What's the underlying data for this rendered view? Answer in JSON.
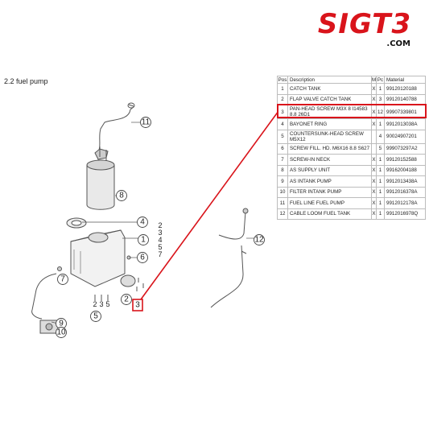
{
  "brand": {
    "logo_text": "SIGT3",
    "domain": ".COM",
    "accent": "#d9141b"
  },
  "section": {
    "title": "2.2  fuel pump"
  },
  "callouts": {
    "c1": "1",
    "c2": "2",
    "c3": "3",
    "c4": "4",
    "c5": "5",
    "c6": "6",
    "c7": "7",
    "c8": "8",
    "c9": "9",
    "c10": "10",
    "c11": "11",
    "c12": "12",
    "list": [
      "2",
      "3",
      "4",
      "5",
      "7"
    ],
    "below": [
      "2",
      "3",
      "5"
    ]
  },
  "table": {
    "headers": {
      "pos": "Pos",
      "description": "Description",
      "m": "M",
      "pcs": "Pc",
      "material": "Material"
    },
    "rows": [
      {
        "pos": "1",
        "description": "CATCH TANK",
        "m": "X",
        "pcs": "1",
        "material": "99120120188"
      },
      {
        "pos": "2",
        "description": "FLAP VALVE CATCH TANK",
        "m": "X",
        "pcs": "3",
        "material": "99120140788"
      },
      {
        "pos": "3",
        "description": "PAN-HEAD SCREW M3X 8 I14583 8.8 26D1",
        "m": "X",
        "pcs": "12",
        "material": "99907339801"
      },
      {
        "pos": "4",
        "description": "BAYONET RING",
        "m": "X",
        "pcs": "1",
        "material": "9912013038A"
      },
      {
        "pos": "5",
        "description": "COUNTERSUNK-HEAD SCREW M5X12",
        "m": "",
        "pcs": "4",
        "material": "90024907201"
      },
      {
        "pos": "6",
        "description": "SCREW FILL. HD. M6X16 8.8 S627",
        "m": "",
        "pcs": "5",
        "material": "999073297A2"
      },
      {
        "pos": "7",
        "description": "SCREW-IN NECK",
        "m": "X",
        "pcs": "1",
        "material": "99120152588"
      },
      {
        "pos": "8",
        "description": "AS SUPPLY UNIT",
        "m": "X",
        "pcs": "1",
        "material": "99162004188"
      },
      {
        "pos": "9",
        "description": "AS INTANK PUMP",
        "m": "X",
        "pcs": "1",
        "material": "9912013438A"
      },
      {
        "pos": "10",
        "description": "FILTER INTANK PUMP",
        "m": "X",
        "pcs": "1",
        "material": "9912016378A"
      },
      {
        "pos": "11",
        "description": "FUEL LINE FUEL PUMP",
        "m": "X",
        "pcs": "1",
        "material": "9912012178A"
      },
      {
        "pos": "12",
        "description": "CABLE LOOM FUEL TANK",
        "m": "X",
        "pcs": "1",
        "material": "9912016978Q"
      }
    ]
  }
}
